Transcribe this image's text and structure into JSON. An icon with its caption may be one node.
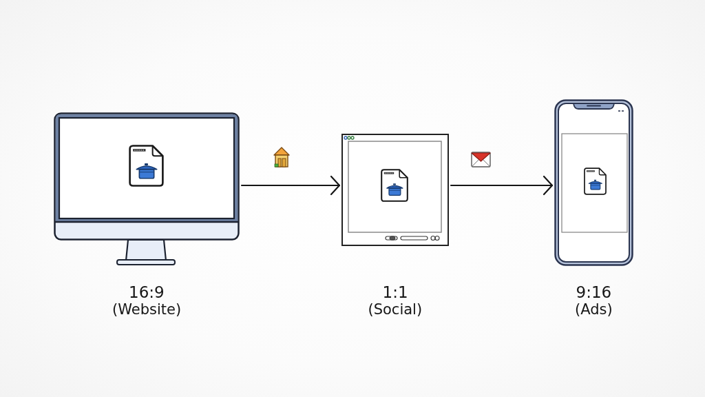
{
  "diagram": {
    "nodes": [
      {
        "text": [],
        "shape": "monitor",
        "beside": [
          "16:9",
          "(Website)"
        ]
      },
      {
        "text": [],
        "shape": "window",
        "beside": [
          "1:1",
          "(Social)"
        ]
      },
      {
        "text": [],
        "shape": "phone",
        "beside": [
          "9:16",
          "(Ads)"
        ]
      }
    ],
    "edges": [
      {
        "from": 0,
        "to": 1,
        "arrow": "to"
      },
      {
        "from": 1,
        "to": 2,
        "arrow": "to"
      }
    ]
  }
}
